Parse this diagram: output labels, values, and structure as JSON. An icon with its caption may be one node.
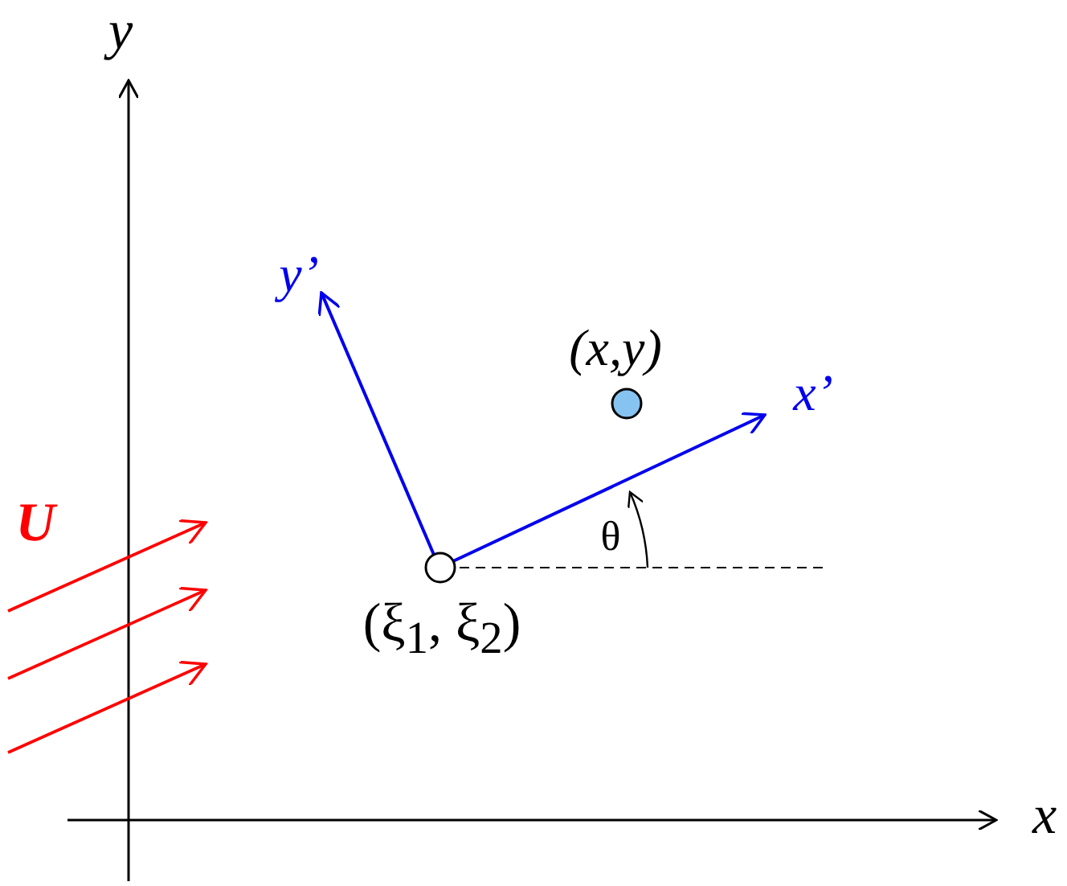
{
  "diagram": {
    "nodes": [
      {
        "text": [],
        "shape": "circle",
        "beside": [
          "(ξ$_{1}$, ξ$_{2}$)"
        ]
      },
      {
        "text": [],
        "shape": "circle",
        "beside": [
          "(x,y)"
        ]
      }
    ],
    "labels": [
      "y",
      "x",
      "y’",
      "x’",
      "θ",
      "U"
    ]
  }
}
